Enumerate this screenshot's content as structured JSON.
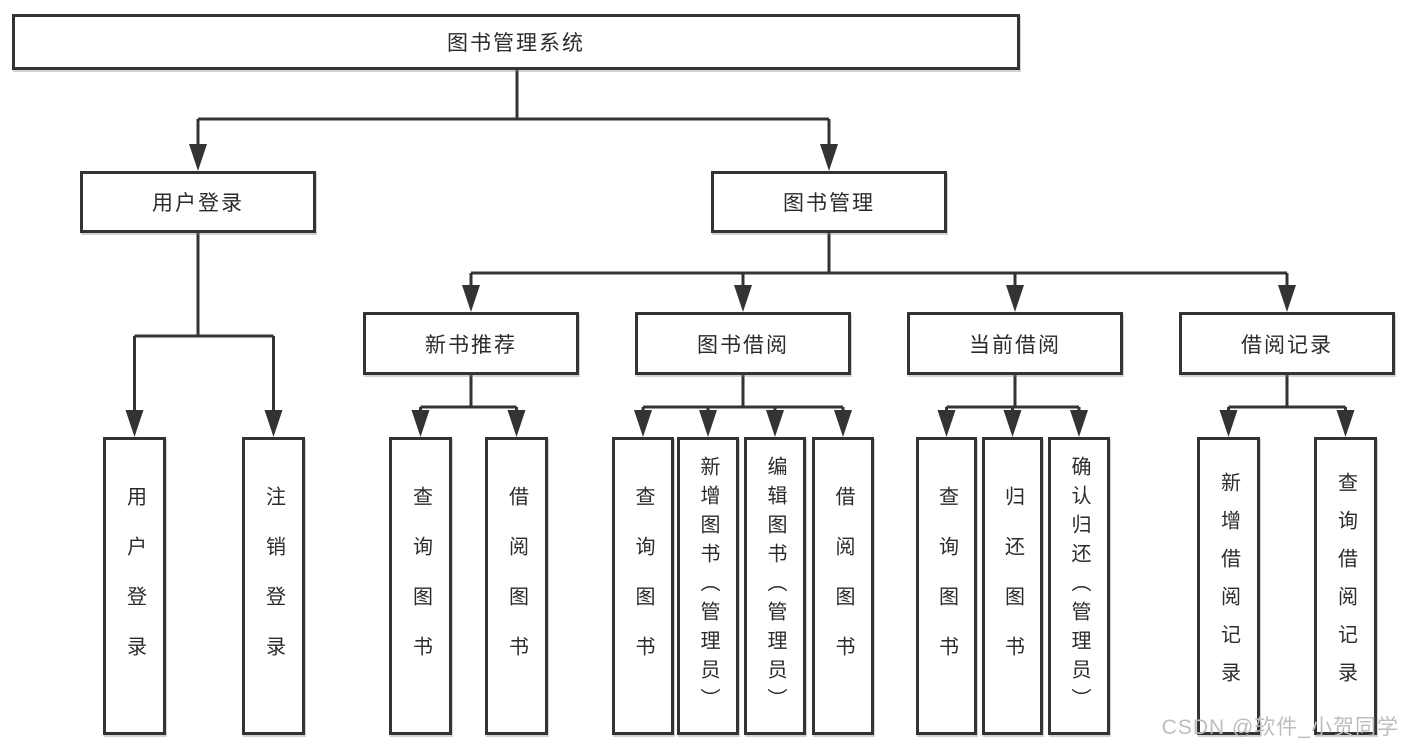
{
  "diagram_title": "图书管理系统",
  "nodes": {
    "root": {
      "label": "图书管理系统"
    },
    "level2": [
      {
        "label": "用户登录"
      },
      {
        "label": "图书管理"
      }
    ],
    "level3": [
      {
        "label": "新书推荐"
      },
      {
        "label": "图书借阅"
      },
      {
        "label": "当前借阅"
      },
      {
        "label": "借阅记录"
      }
    ],
    "leaves": [
      {
        "label": "用户登录"
      },
      {
        "label": "注销登录"
      },
      {
        "label": "查询图书"
      },
      {
        "label": "借阅图书"
      },
      {
        "label": "查询图书"
      },
      {
        "label": "新增图书（管理员）"
      },
      {
        "label": "编辑图书（管理员）"
      },
      {
        "label": "借阅图书"
      },
      {
        "label": "查询图书"
      },
      {
        "label": "归还图书"
      },
      {
        "label": "确认归还（管理员）"
      },
      {
        "label": "新增借阅记录"
      },
      {
        "label": "查询借阅记录"
      }
    ]
  },
  "watermark": "CSDN @软件_小贺同学",
  "colors": {
    "line": "#333333",
    "box_border": "#333333",
    "text": "#2b2b2b",
    "watermark": "#bdbdbd",
    "background": "#ffffff"
  }
}
